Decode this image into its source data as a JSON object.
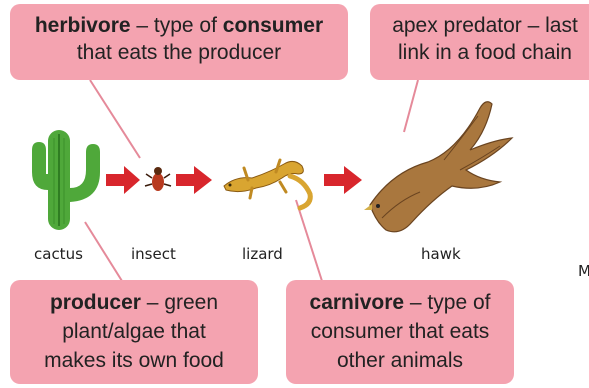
{
  "callouts": {
    "herbivore": {
      "term": "herbivore",
      "line1_rest": " – type of ",
      "line1_bold2": "consumer",
      "line2": "that eats the producer"
    },
    "apex": {
      "line1": "apex predator – last",
      "line2": "link in a food chain"
    },
    "producer": {
      "term": "producer",
      "line1_rest": " – green",
      "line2": "plant/algae that",
      "line3": "makes its own food"
    },
    "carnivore": {
      "term": "carnivore",
      "line1_rest": " – type of",
      "line2": "consumer that eats",
      "line3": "other animals"
    }
  },
  "chain": {
    "labels": [
      "cactus",
      "insect",
      "lizard",
      "hawk"
    ],
    "cut_off_text": "M"
  },
  "colors": {
    "callout_fill": "#f4a3b0",
    "arrow": "#d8262c",
    "leader_line": "#e58a9a",
    "cactus": "#4fa83a",
    "lizard": "#d9a531",
    "hawk": "#a9773e"
  },
  "icons": [
    "cactus-icon",
    "insect-icon",
    "lizard-icon",
    "hawk-icon",
    "arrow-icon"
  ]
}
